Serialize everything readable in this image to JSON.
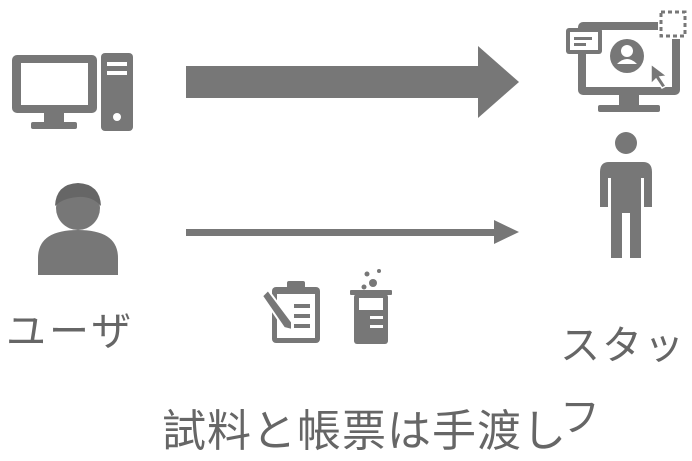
{
  "labels": {
    "user": "ユーザ",
    "staff": "スタッフ",
    "caption": "試料と帳票は手渡し"
  },
  "icons": {
    "user_pc": "desktop-computer-icon",
    "staff_pc": "monitor-profile-icon",
    "user": "user-icon",
    "staff": "person-standing-icon",
    "form": "clipboard-edit-icon",
    "sample": "beaker-icon"
  },
  "colors": {
    "icon_gray": "#777777",
    "text_gray": "#666666"
  }
}
